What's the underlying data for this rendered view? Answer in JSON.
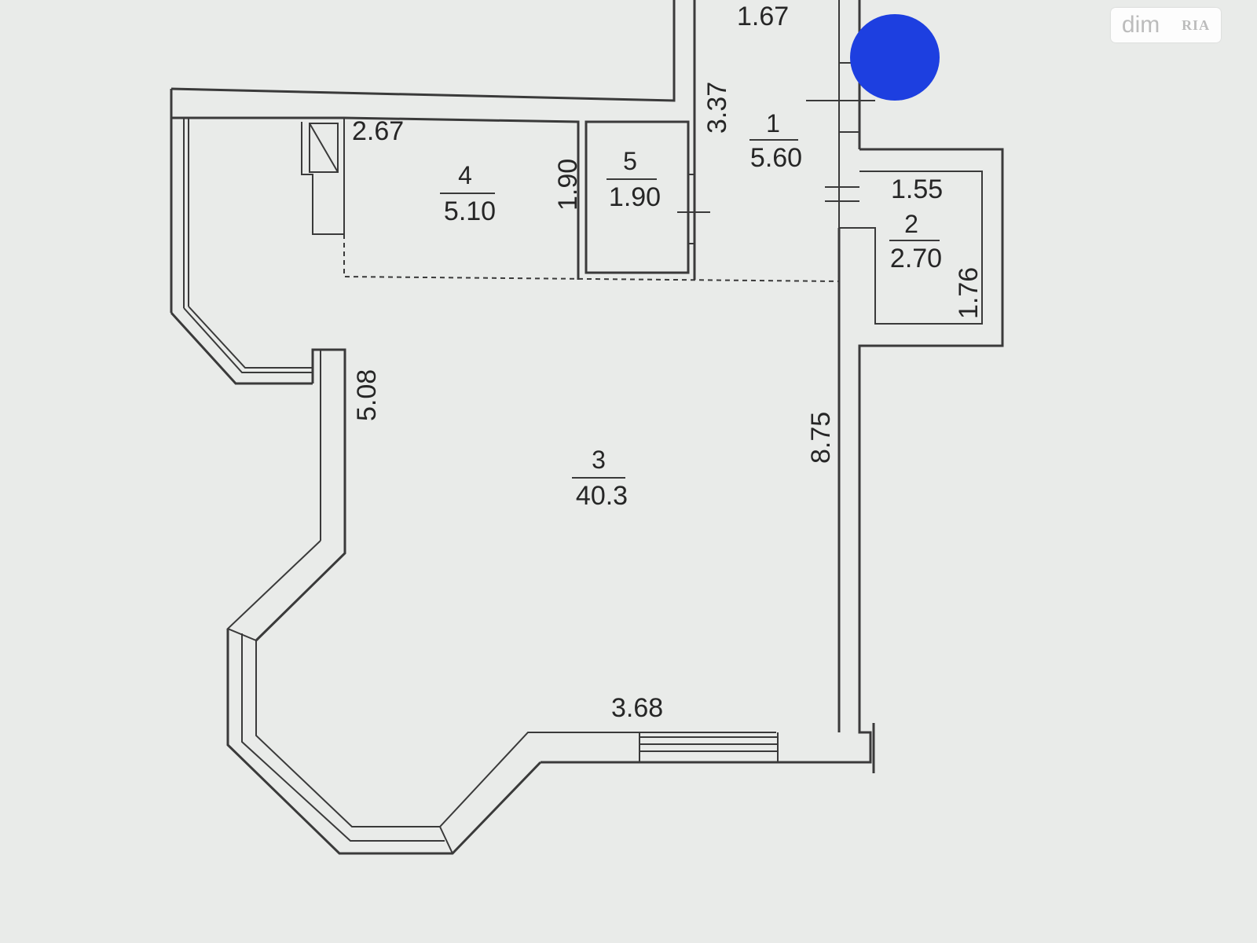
{
  "plan": {
    "rooms": [
      {
        "id": "1",
        "number": "1",
        "area": "5.60"
      },
      {
        "id": "2",
        "number": "2",
        "area": "2.70"
      },
      {
        "id": "3",
        "number": "3",
        "area": "40.3"
      },
      {
        "id": "4",
        "number": "4",
        "area": "5.10"
      },
      {
        "id": "5",
        "number": "5",
        "area": "1.90"
      }
    ],
    "dimensions": {
      "d_1_67": "1.67",
      "d_3_37": "3.37",
      "d_2_67": "2.67",
      "d_1_90": "1.90",
      "d_1_55": "1.55",
      "d_1_76": "1.76",
      "d_5_08": "5.08",
      "d_8_75": "8.75",
      "d_3_68": "3.68"
    }
  },
  "watermark": {
    "left": "dim",
    "right": "RIA"
  }
}
